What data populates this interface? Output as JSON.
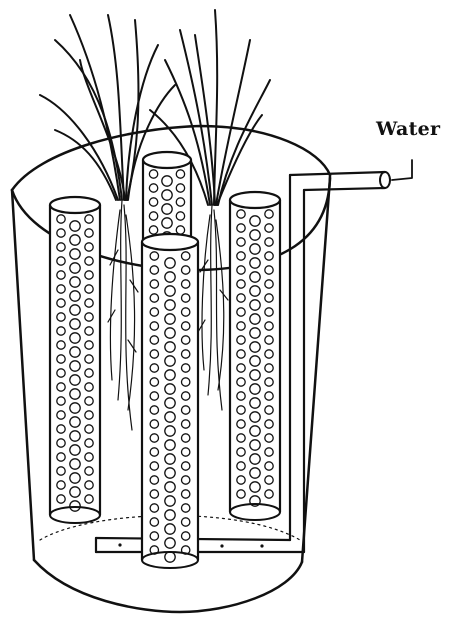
{
  "labels": {
    "water": "Water"
  },
  "figure": {
    "tube_count": 4,
    "plant_count": 2
  },
  "colors": {
    "ink": "#111111",
    "background": "#ffffff"
  }
}
